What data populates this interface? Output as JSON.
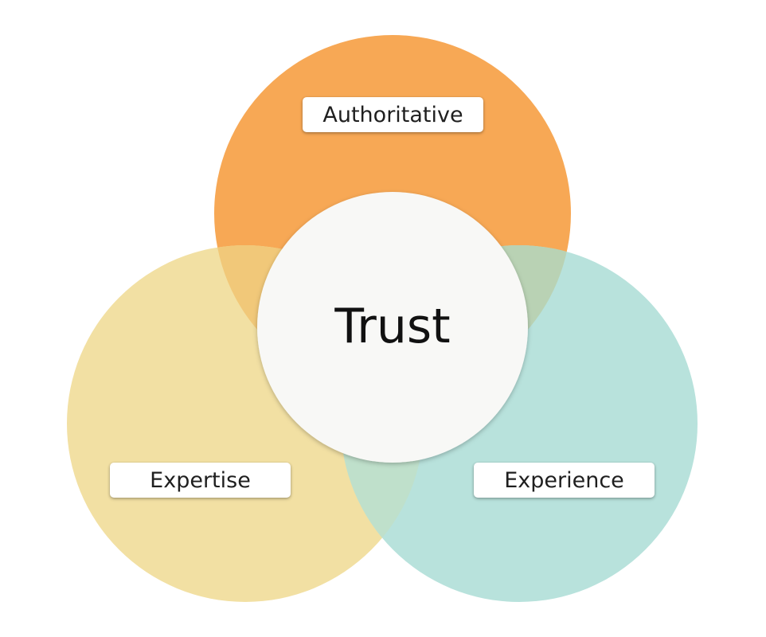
{
  "diagram": {
    "center_label": "Trust",
    "sets": [
      {
        "key": "authoritative",
        "label": "Authoritative",
        "color": "#f7a855"
      },
      {
        "key": "expertise",
        "label": "Expertise",
        "color": "#f2e0a3"
      },
      {
        "key": "experience",
        "label": "Experience",
        "color": "#b8e2dc"
      }
    ],
    "overlap_colors": {
      "authoritative_expertise": "#f1c879",
      "authoritative_experience": "#b9d2b4",
      "expertise_experience": "#bfe0cb"
    },
    "center_color": "#f8f8f6"
  }
}
